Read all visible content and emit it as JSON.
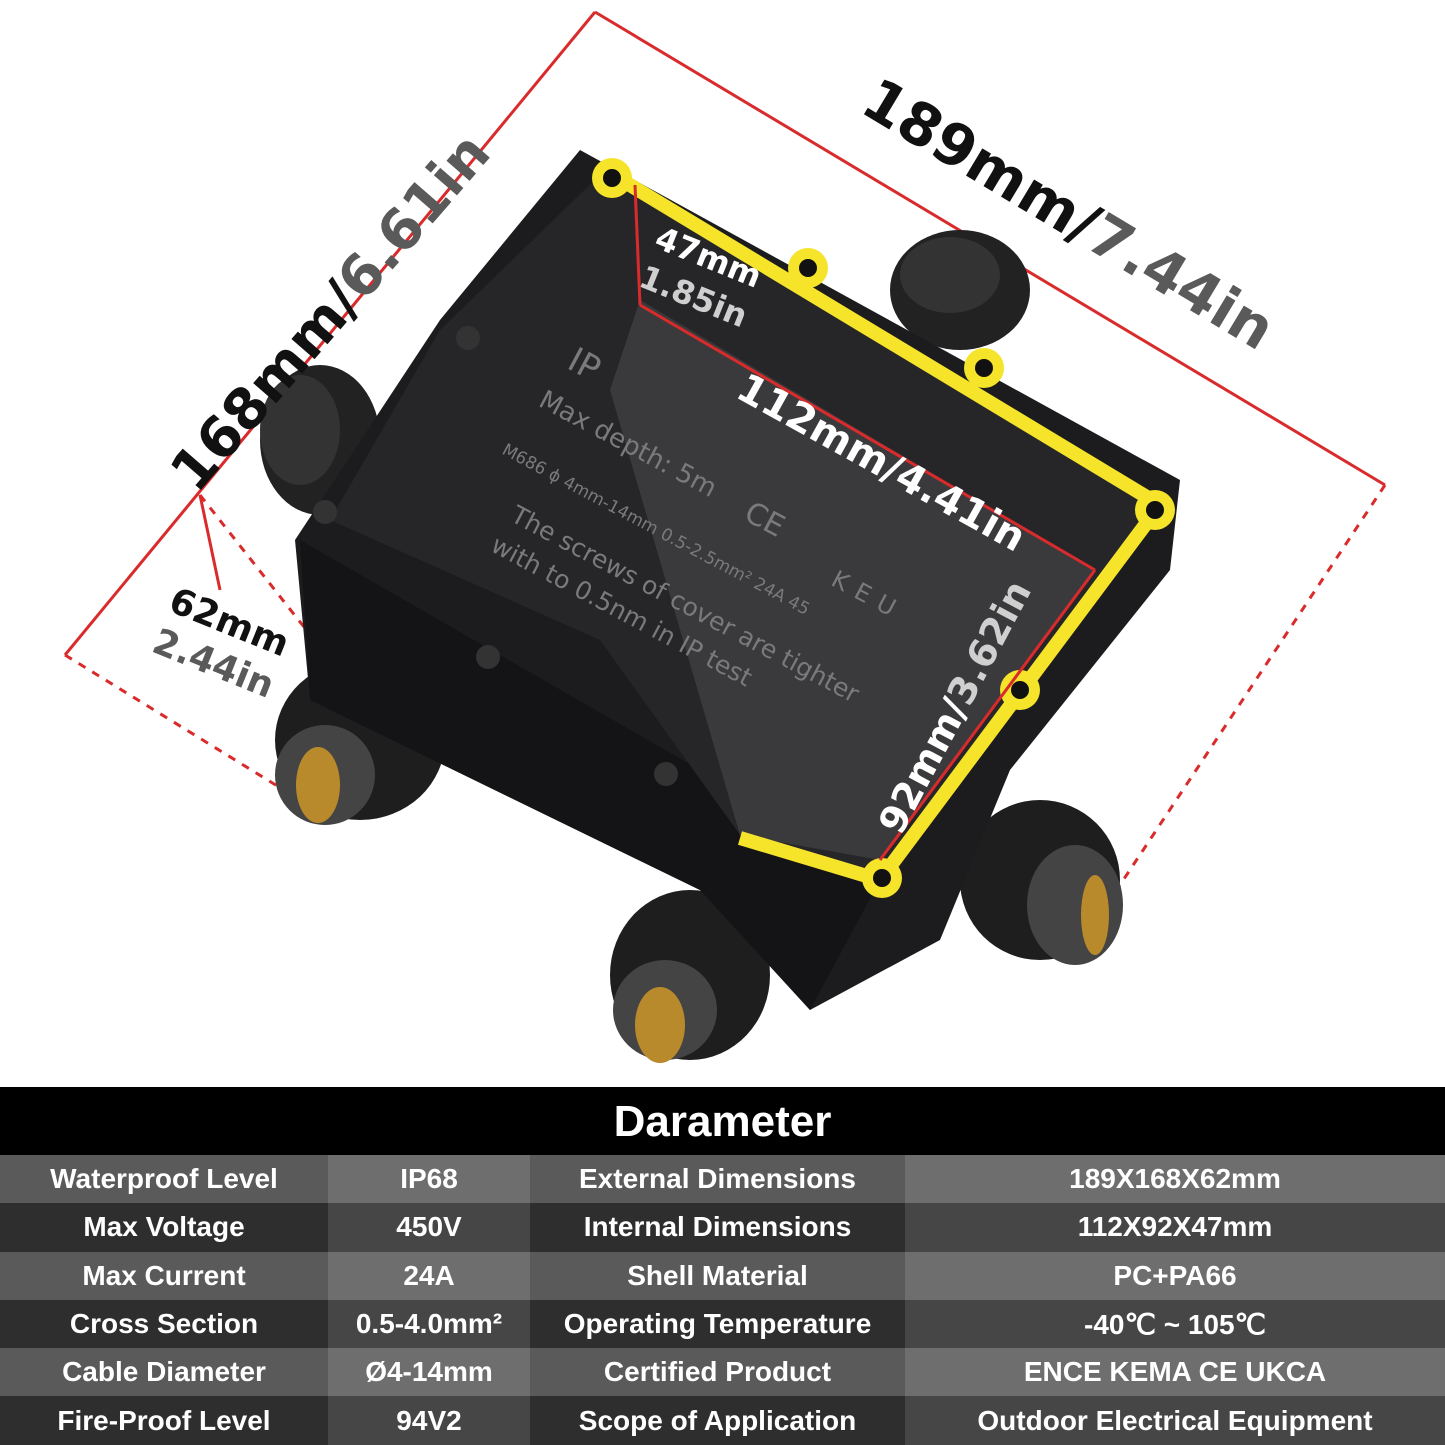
{
  "dimensions": {
    "length_mm": "189mm/",
    "length_in": "7.44in",
    "width_mm": "168mm/",
    "width_in": "6.61in",
    "height_mm": "62mm",
    "height_in": "2.44in",
    "inner_depth_mm": "47mm",
    "inner_depth_in": "1.85in",
    "inner_length": "112mm/4.41in",
    "inner_width_mm": "92mm/",
    "inner_width_in": "3.62in"
  },
  "molded_text": {
    "line1": "Max depth: 5m",
    "line2": "M686   ϕ 4mm-14mm   0.5-2.5mm²   24A   45",
    "line3": "The screws of cover are tighter",
    "line4": "with to 0.5nm in IP test",
    "mark": "IP",
    "ce": "CE",
    "brand": "KEU"
  },
  "colors": {
    "gasket": "#f5e42a",
    "dimension_line": "#d92b2b",
    "body": "#1c1c1e"
  },
  "table": {
    "title": "Darameter",
    "rows": [
      {
        "label1": "Waterproof Level",
        "value1": "IP68",
        "label2": "External Dimensions",
        "value2": "189X168X62mm"
      },
      {
        "label1": "Max Voltage",
        "value1": "450V",
        "label2": "Internal Dimensions",
        "value2": "112X92X47mm"
      },
      {
        "label1": "Max Current",
        "value1": "24A",
        "label2": "Shell Material",
        "value2": "PC+PA66"
      },
      {
        "label1": "Cross Section",
        "value1": "0.5-4.0mm²",
        "label2": "Operating Temperature",
        "value2": "-40℃ ~ 105℃"
      },
      {
        "label1": "Cable Diameter",
        "value1": "Ø4-14mm",
        "label2": "Certified Product",
        "value2": "ENCE KEMA CE UKCA"
      },
      {
        "label1": "Fire-Proof Level",
        "value1": "94V2",
        "label2": "Scope of Application",
        "value2": "Outdoor Electrical Equipment"
      }
    ]
  }
}
